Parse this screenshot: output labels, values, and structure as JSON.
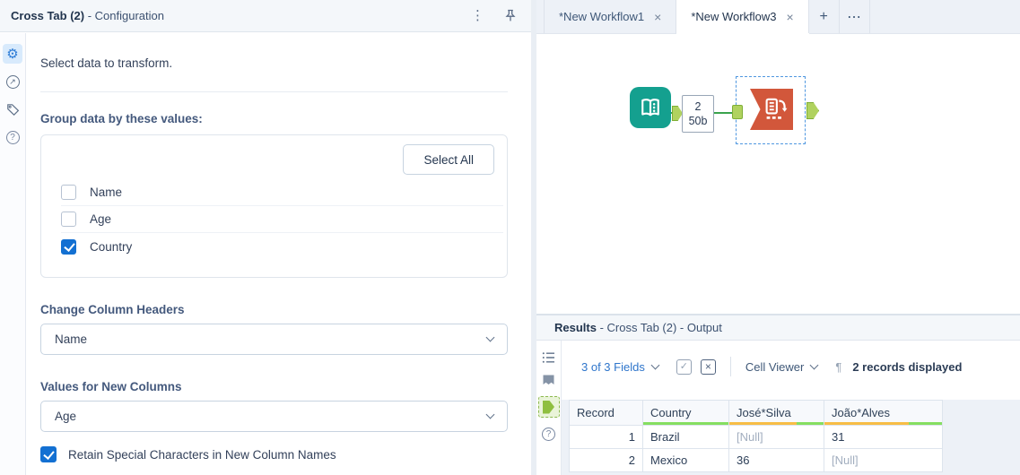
{
  "icons": {
    "gear": "⚙",
    "kebab": "⋮",
    "close": "×",
    "plus": "+",
    "ellipsis": "⋯",
    "arrow_ne": "↗",
    "question": "?",
    "check": "✓",
    "cross": "×",
    "pilcrow": "¶"
  },
  "colors": {
    "accent_blue": "#2e7cd6",
    "checkbox_blue": "#1370d2",
    "link_blue": "#2e75cb",
    "tool_teal": "#14a08f",
    "tool_orange": "#d2573b",
    "anchor_green": "#b0d25f",
    "connection_green": "#3aa34d",
    "quality_green": "#85de61",
    "quality_orange": "#f7bd45",
    "selection_blue": "#4f97e0"
  },
  "config_panel": {
    "title_bold": "Cross Tab (2)",
    "title_rest": " - Configuration",
    "intro": "Select data to transform.",
    "group_label": "Group data by these values:",
    "select_all_label": "Select All",
    "fields": [
      {
        "label": "Name",
        "checked": false
      },
      {
        "label": "Age",
        "checked": false
      },
      {
        "label": "Country",
        "checked": true
      }
    ],
    "change_column_headers": {
      "label": "Change Column Headers",
      "value": "Name"
    },
    "values_for_new_columns": {
      "label": "Values for New Columns",
      "value": "Age"
    },
    "retain": {
      "label": "Retain Special Characters in New Column Names",
      "checked": true
    }
  },
  "workflow": {
    "tabs": [
      {
        "label": "*New Workflow1"
      },
      {
        "label": "*New Workflow3"
      }
    ],
    "connection": {
      "records": "2",
      "size": "50b"
    }
  },
  "results": {
    "title_bold": "Results",
    "title_rest": " - Cross Tab (2) - Output",
    "toolbar": {
      "fields_label": "3 of 3 Fields",
      "cell_viewer_label": "Cell Viewer",
      "records_label": "2 records displayed"
    },
    "table": {
      "columns": [
        {
          "name": "Record",
          "bar_orange": 0,
          "bar_green": 0
        },
        {
          "name": "Country",
          "bar_orange": 0,
          "bar_green": 100
        },
        {
          "name": "José*Silva",
          "bar_orange": 71,
          "bar_green": 29
        },
        {
          "name": "João*Alves",
          "bar_orange": 72,
          "bar_green": 28
        }
      ],
      "rows": [
        [
          "1",
          "Brazil",
          "[Null]",
          "31"
        ],
        [
          "2",
          "Mexico",
          "36",
          "[Null]"
        ]
      ]
    }
  }
}
